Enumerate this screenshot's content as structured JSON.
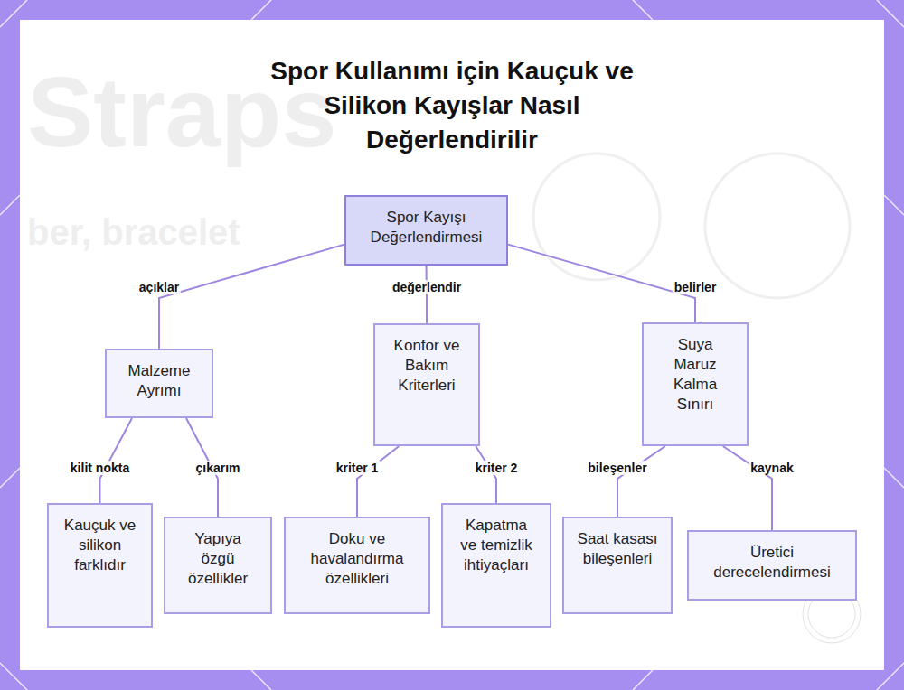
{
  "diagram": {
    "title": "Spor Kullanımı için Kauçuk ve Silikon Kayışlar Nasıl Değerlendirilir",
    "nodes": [
      {
        "text": [
          "Spor Kayışı Değerlendirmesi"
        ]
      },
      {
        "text": [
          "Malzeme Ayrımı"
        ]
      },
      {
        "text": [
          "Konfor ve Bakım Kriterleri"
        ]
      },
      {
        "text": [
          "Suya Maruz Kalma Sınırı"
        ]
      },
      {
        "text": [
          "Kauçuk ve silikon farklıdır"
        ]
      },
      {
        "text": [
          "Yapıya özgü özellikler"
        ]
      },
      {
        "text": [
          "Doku ve havalandırma özellikleri"
        ]
      },
      {
        "text": [
          "Kapatma ve temizlik ihtiyaçları"
        ]
      },
      {
        "text": [
          "Saat kasası bileşenleri"
        ]
      },
      {
        "text": [
          "Üretici derecelendirmesi"
        ]
      }
    ],
    "edges": [
      {
        "from": 0,
        "to": 1,
        "label": "açıklar",
        "arrow": "none"
      },
      {
        "from": 0,
        "to": 2,
        "label": "değerlendir",
        "arrow": "none"
      },
      {
        "from": 0,
        "to": 3,
        "label": "belirler",
        "arrow": "none"
      },
      {
        "from": 1,
        "to": 4,
        "label": "kilit nokta",
        "arrow": "none"
      },
      {
        "from": 1,
        "to": 5,
        "label": "çıkarım",
        "arrow": "none"
      },
      {
        "from": 2,
        "to": 6,
        "label": "kriter 1",
        "arrow": "none"
      },
      {
        "from": 2,
        "to": 7,
        "label": "kriter 2",
        "arrow": "none"
      },
      {
        "from": 3,
        "to": 8,
        "label": "bileşenler",
        "arrow": "none"
      },
      {
        "from": 3,
        "to": 9,
        "label": "kaynak",
        "arrow": "none"
      }
    ],
    "labels": [
      "Straps",
      "ber, bracelet"
    ]
  }
}
